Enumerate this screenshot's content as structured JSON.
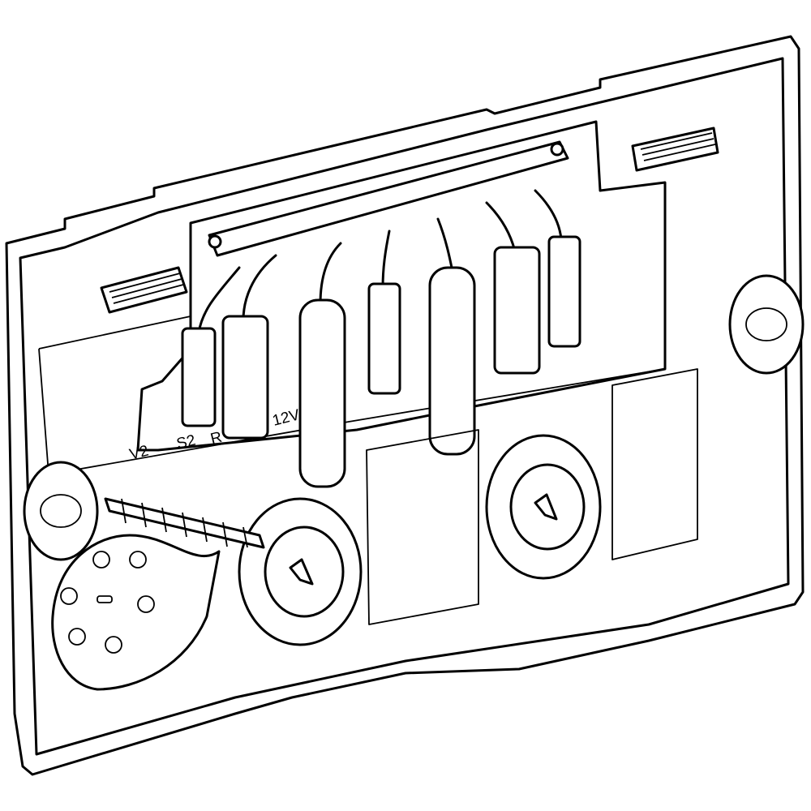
{
  "diagram": {
    "labels": {
      "v2": "V2",
      "s2": "S2",
      "r": "R",
      "v12": "12V"
    },
    "colors": {
      "line": "#000000",
      "background": "#ffffff"
    }
  }
}
